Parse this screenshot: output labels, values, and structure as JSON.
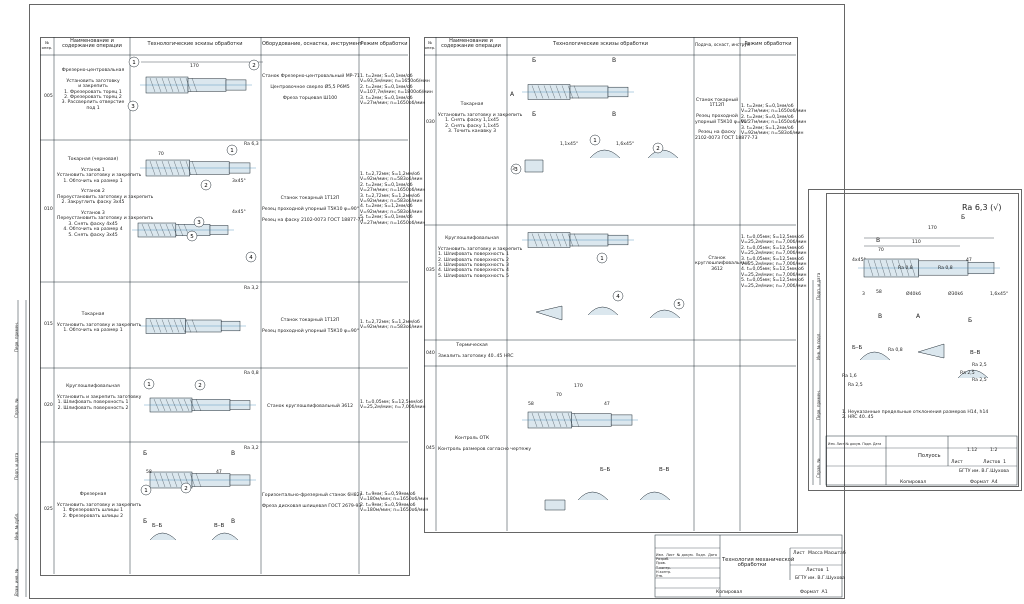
{
  "left_sheet": {
    "headers": {
      "num": "№ опер.",
      "name": "Наименование и содержание операции",
      "sketch": "Технологические эскизы обработки",
      "equip": "Оборудование, оснастка, инструмент",
      "modes": "Режим обработки"
    },
    "ops": [
      {
        "num": "005",
        "name": [
          "Фрезерно-центровальная",
          "",
          "Установить заготовку",
          "и закрепить",
          "1. Фрезеровать торец 1",
          "2. Фрезеровать торец 2",
          "3. Рассверлить отверстие",
          "под 1"
        ],
        "equip": [
          "Станок Фрезерно-центровальный МР-71",
          "",
          "Центровочное сверло Ø5,5 Р6М5",
          "",
          "Фреза торцевая Ш100"
        ],
        "modes": [
          "1. t=2мм; S=0,1мм/об",
          "V=93,5м/мин; n=1650об/мин",
          "2. t=2мм; S=0,1мм/об",
          "V=107,7м/мин; n=1800об/мин",
          "3. t=2мм; S=0,1мм/об",
          "V=27м/мин; n=1650об/мин"
        ]
      },
      {
        "num": "010",
        "name": [
          "Токарная (черновая)",
          "",
          "Установ 1",
          "Установить заготовку и закрепить",
          "1. Обточить на размер 1",
          "",
          "Установ 2",
          "Переустановить заготовку и закрепить",
          "2. Закруглить фаску 3х45",
          "",
          "Установ 3",
          "Переустановить заготовку и закрепить",
          "3. Снять фаску 4х45",
          "4. Обточить на размер 4",
          "5. Снять фаску 3х45"
        ],
        "equip": [
          "Станок токарный 1Т12П",
          "",
          "Резец проходной упорный Т5К10 φ=90°",
          "",
          "Резец на фаску 2102-0073 ГОСТ 18877-73"
        ],
        "modes": [
          "1. t=2,72мм; S=1,2мм/об",
          "V=92м/мин; n=583об/мин",
          "2. t=2мм; S=0,1мм/об",
          "V=27м/мин; n=1650об/мин",
          "3. t=2,72мм; S=1,2мм/об",
          "V=92м/мин; n=583об/мин",
          "4. t=2мм; S=1,2мм/об",
          "V=92м/мин; n=583об/мин",
          "5. t=2мм; S=0,1мм/об",
          "V=27м/мин; n=1650об/мин"
        ]
      },
      {
        "num": "015",
        "name": [
          "Токарная",
          "",
          "Установить заготовку и закрепить",
          "1. Обточить на размер 1"
        ],
        "equip": [
          "Станок токарный 1Т12П",
          "",
          "Резец проходной упорный Т5К10 φ=90°"
        ],
        "modes": [
          "1. t=2,72мм; S=1,2мм/об",
          "V=92м/мин; n=583об/мин"
        ]
      },
      {
        "num": "020",
        "name": [
          "Круглошлифовальная",
          "",
          "Установить и закрепить заготовку",
          "1. Шлифовать поверхность 1",
          "2. Шлифовать поверхность 2"
        ],
        "equip": [
          "Станок круглошлифовальный 3612"
        ],
        "modes": [
          "1. t=0,05мм; S=12,5мм/об",
          "V=25,2м/мин; n=7,00б/мин"
        ]
      },
      {
        "num": "025",
        "name": [
          "Фрезерная",
          "",
          "Установить заготовку и закрепить",
          "1. Фрезеровать шлицы 1",
          "2. Фрезеровать шлицы 2"
        ],
        "equip": [
          "Горизонтально-фрезерный станок 6Н82г",
          "",
          "Фреза дисковая шлицевая ГОСТ 2679-93"
        ],
        "modes": [
          "1. t=9мм; S=0,59мм/об",
          "V=180м/мин; n=1650об/мин",
          "2. t=9мм; S=0,59мм/об",
          "V=180м/мин; n=1650об/мин"
        ]
      }
    ],
    "roughness": [
      "Ra 6,3",
      "Ra 3,2",
      "Ra 0,8",
      "Ra 3,2"
    ],
    "section_labels": [
      "Б",
      "Б",
      "Б–Б",
      "В",
      "В",
      "В–В"
    ],
    "dims": [
      "170",
      "70",
      "4х45°",
      "3х45°",
      "58",
      "47"
    ]
  },
  "middle_sheet": {
    "headers": {
      "num": "№ опер.",
      "name": "Наименование и содержание операции",
      "sketch": "Технологические эскизы обработки",
      "equip": "Подача, оснаст, инструм",
      "modes": "Режим обработки"
    },
    "ops": [
      {
        "num": "030",
        "name": [
          "Токарная",
          "",
          "Установить заготовку и закрепить",
          "1. Снять фаску 1,1х45",
          "2. Снять фаску 1,1х45",
          "3. Точить канавку 3"
        ],
        "equip": [
          "Станок токарный",
          "1Т12П",
          "",
          "Резец проходной",
          "упорный Т5К10 φ=90°",
          "",
          "Резец на фаску",
          "2102-0073 ГОСТ 18877-73"
        ],
        "modes": [
          "1. t=2мм; S=0,1мм/об",
          "V=27м/мин; n=1650об/мин",
          "2. t=2мм; S=0,1мм/об",
          "V=27м/мин; n=1650об/мин",
          "3. t=2мм; S=1,2мм/об",
          "V=92м/мин; n=583об/мин"
        ]
      },
      {
        "num": "035",
        "name": [
          "Круглошлифовальная",
          "",
          "Установить заготовку и закрепить",
          "1. Шлифовать поверхность 1",
          "2. Шлифовать поверхность 2",
          "3. Шлифовать поверхность 3",
          "4. Шлифовать поверхность 4",
          "5. Шлифовать поверхность 5"
        ],
        "equip": [
          "Станок",
          "круглошлифовальный",
          "3612"
        ],
        "modes": [
          "1. t=0,05мм; S=12,5мм/об",
          "V=25,2м/мин; n=7,00б/мин",
          "2. t=0,05мм; S=12,5мм/об",
          "V=25,2м/мин; n=7,00б/мин",
          "3. t=0,05мм; S=12,5мм/об",
          "V=25,2м/мин; n=7,00б/мин",
          "4. t=0,05мм; S=12,5мм/об",
          "V=25,2м/мин; n=7,00б/мин",
          "5. t=0,05мм; S=12,5мм/об",
          "V=25,2м/мин; n=7,00б/мин"
        ]
      },
      {
        "num": "040",
        "name": [
          "Термическая",
          "",
          "Закалить заготовку 40..45 HRC"
        ],
        "equip": [],
        "modes": []
      },
      {
        "num": "045",
        "name": [
          "Контроль ОТК",
          "",
          "Контроль размеров согласно чертежу"
        ],
        "equip": [],
        "modes": []
      }
    ],
    "section_labels": [
      "Б",
      "Б",
      "В",
      "В",
      "А",
      "Б–Б",
      "В–В"
    ],
    "dims": [
      "170",
      "70",
      "58",
      "47",
      "3",
      "1,1х45°",
      "1,6х45°"
    ],
    "title_block": {
      "title": [
        "Технология механической",
        "обработки"
      ],
      "sheet_col": "Лист",
      "mass_col": "Масса",
      "scale_col": "Масштаб",
      "org": "БГТУ им. В.Г.Шухова",
      "copied": "Копировал",
      "format": "Формат  А1",
      "rows": [
        "Изм.",
        "Лист",
        "№ докум.",
        "Подп.",
        "Дата",
        "Разраб.",
        "Пров.",
        "Т.контр.",
        "Н.контр.",
        "Утв."
      ],
      "sheets": "Листов  1"
    }
  },
  "right_sheet": {
    "roughness_general": "Ra 6,3 (√)",
    "dims": [
      "170",
      "110",
      "70",
      "47",
      "58",
      "4х45°",
      "1,6х45°",
      "3",
      "Ø40k6",
      "Ø30k6"
    ],
    "roughness": [
      "Ra 0,8",
      "Ra 0,8",
      "Ra 0,8",
      "Ra 1,6",
      "Ra 2,5",
      "Ra 2,5",
      "Ra 2,5",
      "Ra 2,5"
    ],
    "section_labels": [
      "В",
      "Б",
      "А",
      "Б",
      "В",
      "Б–Б",
      "В–В"
    ],
    "notes": [
      "1. Неуказанные предельные отклонения размеров H14, h14",
      "2. HRC 40..45"
    ],
    "title_block": {
      "name": "Полуось",
      "mass": "1.12",
      "scale": "1:2",
      "org": "БГТУ им. В.Г.Шухова",
      "copied": "Копировал",
      "format": "Формат  А4",
      "sheet_label": "Лист",
      "sheets_label": "Листов  1",
      "rows": [
        "Изм.",
        "Лист",
        "№ докум.",
        "Подп.",
        "Дата"
      ]
    }
  },
  "side_stamps": [
    "Перв. примен.",
    "Справ. №",
    "Подп. и дата",
    "Инв. № дубл.",
    "Взам. инв. №",
    "Подп. и дата",
    "Инв. № подл."
  ],
  "colors": {
    "part_fill": "#dbe7ee",
    "line": "#1f2a33",
    "accent": "#2f7fb0"
  }
}
